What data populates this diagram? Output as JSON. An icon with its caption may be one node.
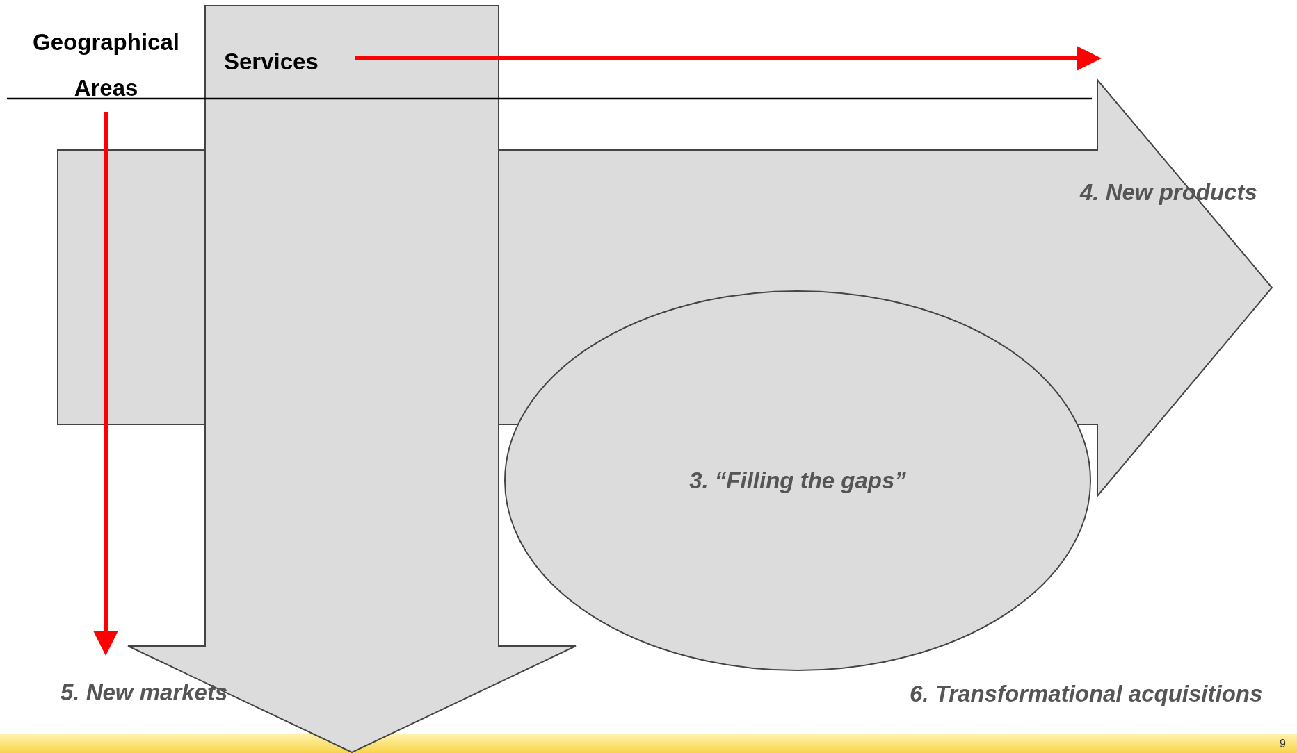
{
  "diagram": {
    "nodes": [
      {
        "text": [
          "Geographical Areas"
        ]
      },
      {
        "text": [],
        "shape": "arrow"
      },
      {
        "text": [],
        "shape": "arrow"
      },
      {
        "text": [
          "Services"
        ],
        "in": 2
      },
      {
        "text": [
          "3. “Filling the gaps”"
        ]
      },
      {
        "text": [
          "4. New products"
        ],
        "in": 1
      },
      {
        "text": [
          "5. New markets"
        ]
      },
      {
        "text": [
          "6. Transformational acquisitions"
        ]
      }
    ],
    "edges": [
      {
        "from": 3,
        "to": 1,
        "arrow": "to"
      },
      {
        "from": 0,
        "to": 6,
        "arrow": "to"
      }
    ],
    "labels": [
      "9"
    ]
  }
}
